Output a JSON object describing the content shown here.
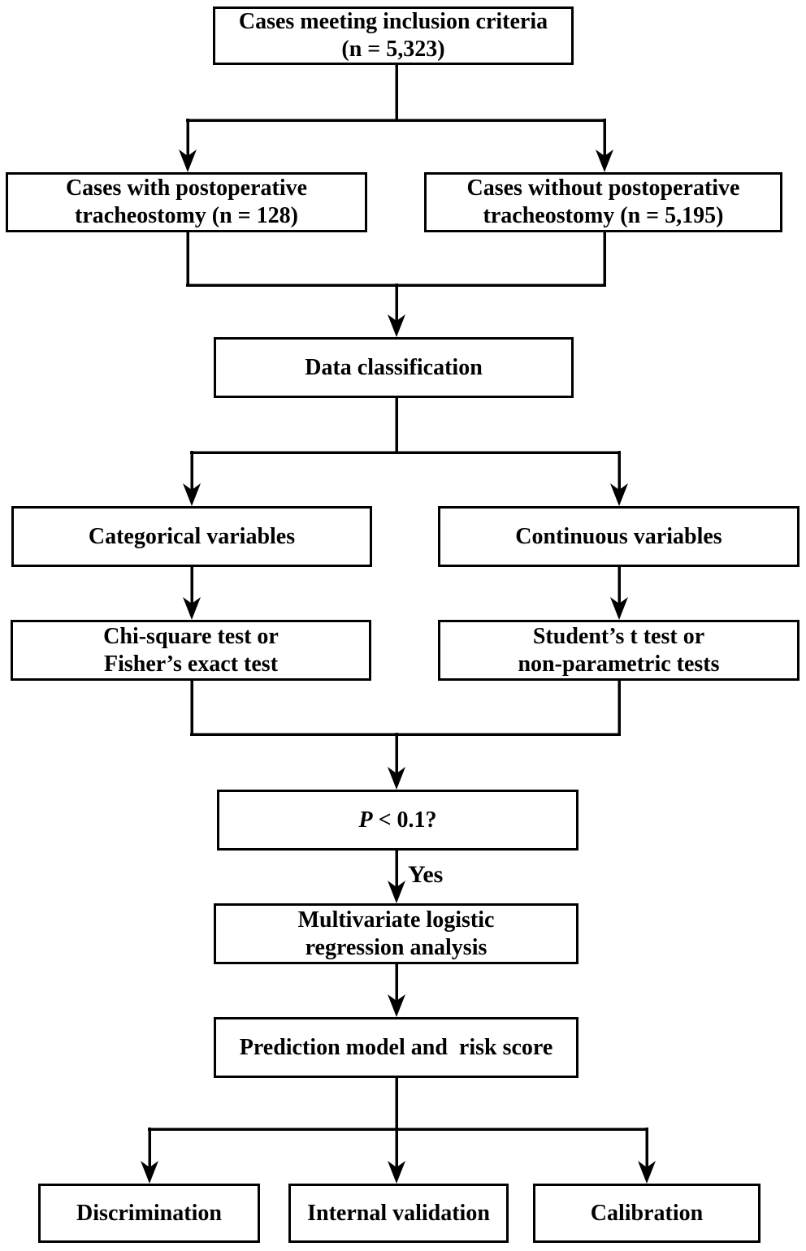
{
  "figure": {
    "background_color": "#ffffff",
    "line_color": "#000000"
  },
  "nodes": {
    "inclusion": {
      "line1": "Cases meeting inclusion criteria",
      "line2": "(n = 5,323)"
    },
    "with_tracheostomy": {
      "line1": "Cases with postoperative",
      "line2": "tracheostomy (n = 128)"
    },
    "without_tracheostomy": {
      "line1": "Cases without postoperative",
      "line2": "tracheostomy (n = 5,195)"
    },
    "data_classification": {
      "label": "Data classification"
    },
    "categorical": {
      "label": "Categorical variables"
    },
    "continuous": {
      "label": "Continuous variables"
    },
    "chi_square": {
      "line1": "Chi-square test or",
      "line2": "Fisher’s exact test"
    },
    "student_t": {
      "line1": "Student’s t test or",
      "line2": "non-parametric tests"
    },
    "p_threshold": {
      "p_symbol": "P",
      "rest": " < 0.1?"
    },
    "multivariate": {
      "line1": "Multivariate logistic",
      "line2": "regression analysis"
    },
    "prediction": {
      "label": "Prediction model and  risk score"
    },
    "discrimination": {
      "label": "Discrimination"
    },
    "internal_validation": {
      "label": "Internal validation"
    },
    "calibration": {
      "label": "Calibration"
    }
  },
  "edge_labels": {
    "yes": "Yes"
  }
}
